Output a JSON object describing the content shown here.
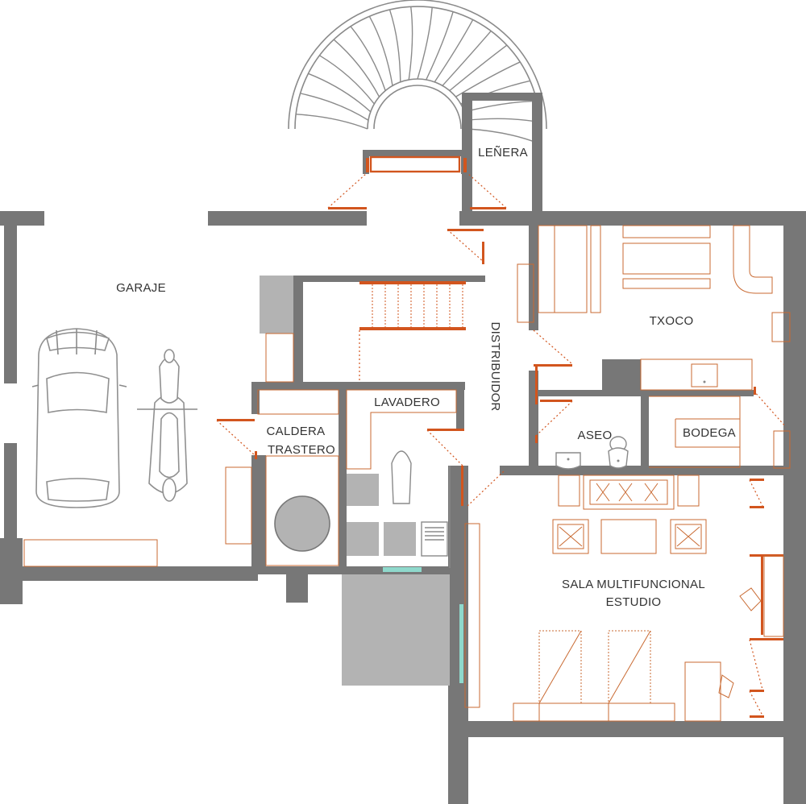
{
  "colors": {
    "wall": "#777777",
    "wall_light": "#b3b3b3",
    "accent": "#d2551e",
    "furniture": "#c96a32",
    "glass": "#8fd9cc"
  },
  "rooms": {
    "lenera": "LEÑERA",
    "garaje": "GARAJE",
    "txoco": "TXOCO",
    "distribuidor": "DISTRIBUIDOR",
    "caldera": "CALDERA",
    "trastero": "TRASTERO",
    "lavadero": "LAVADERO",
    "aseo": "ASEO",
    "bodega": "BODEGA",
    "sala": "SALA MULTIFUNCIONAL",
    "estudio": "ESTUDIO"
  },
  "icons": [
    "spiral-staircase-icon",
    "straight-staircase-icon",
    "car-icon",
    "motorcycle-icon",
    "boiler-tank-icon",
    "toilet-icon",
    "sink-icon",
    "armchair-icon",
    "sofa-icon",
    "desk-icon"
  ]
}
